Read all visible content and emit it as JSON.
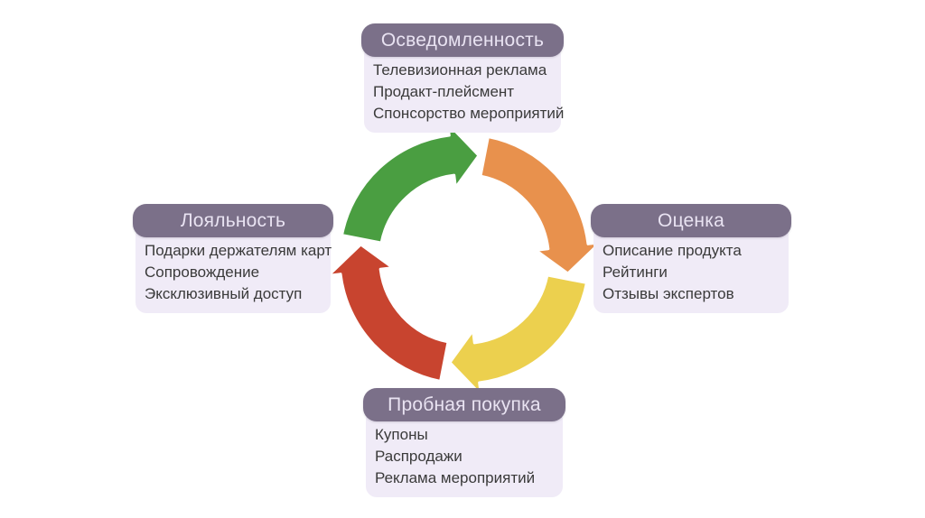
{
  "cards": {
    "awareness": {
      "title": "Осведомленность",
      "items": [
        "Телевизионная реклама",
        "Продакт-плейсмент",
        "Спонсорство мероприятий"
      ]
    },
    "evaluation": {
      "title": "Оценка",
      "items": [
        "Описание продукта",
        "Рейтинги",
        "Отзывы экспертов"
      ]
    },
    "trial": {
      "title": "Пробная покупка",
      "items": [
        "Купоны",
        "Распродажи",
        "Реклама мероприятий"
      ]
    },
    "loyalty": {
      "title": "Лояльность",
      "items": [
        "Подарки держателям карт",
        "Сопровождение",
        "Эксклюзивный доступ"
      ]
    }
  },
  "cycle": {
    "type": "circular-arrows",
    "direction": "clockwise",
    "segments": [
      {
        "name": "green",
        "position": "top-left",
        "color": "#4a9e41"
      },
      {
        "name": "orange",
        "position": "top-right",
        "color": "#e8914d"
      },
      {
        "name": "yellow",
        "position": "bottom-right",
        "color": "#ecd04e"
      },
      {
        "name": "red",
        "position": "bottom-left",
        "color": "#c8442f"
      }
    ]
  },
  "theme": {
    "background": "#ffffff",
    "card_header_bg": "#7b7089",
    "card_header_text": "#e9e3f2",
    "card_body_bg": "#f0ebf7",
    "card_body_text": "#3a3a3a"
  }
}
